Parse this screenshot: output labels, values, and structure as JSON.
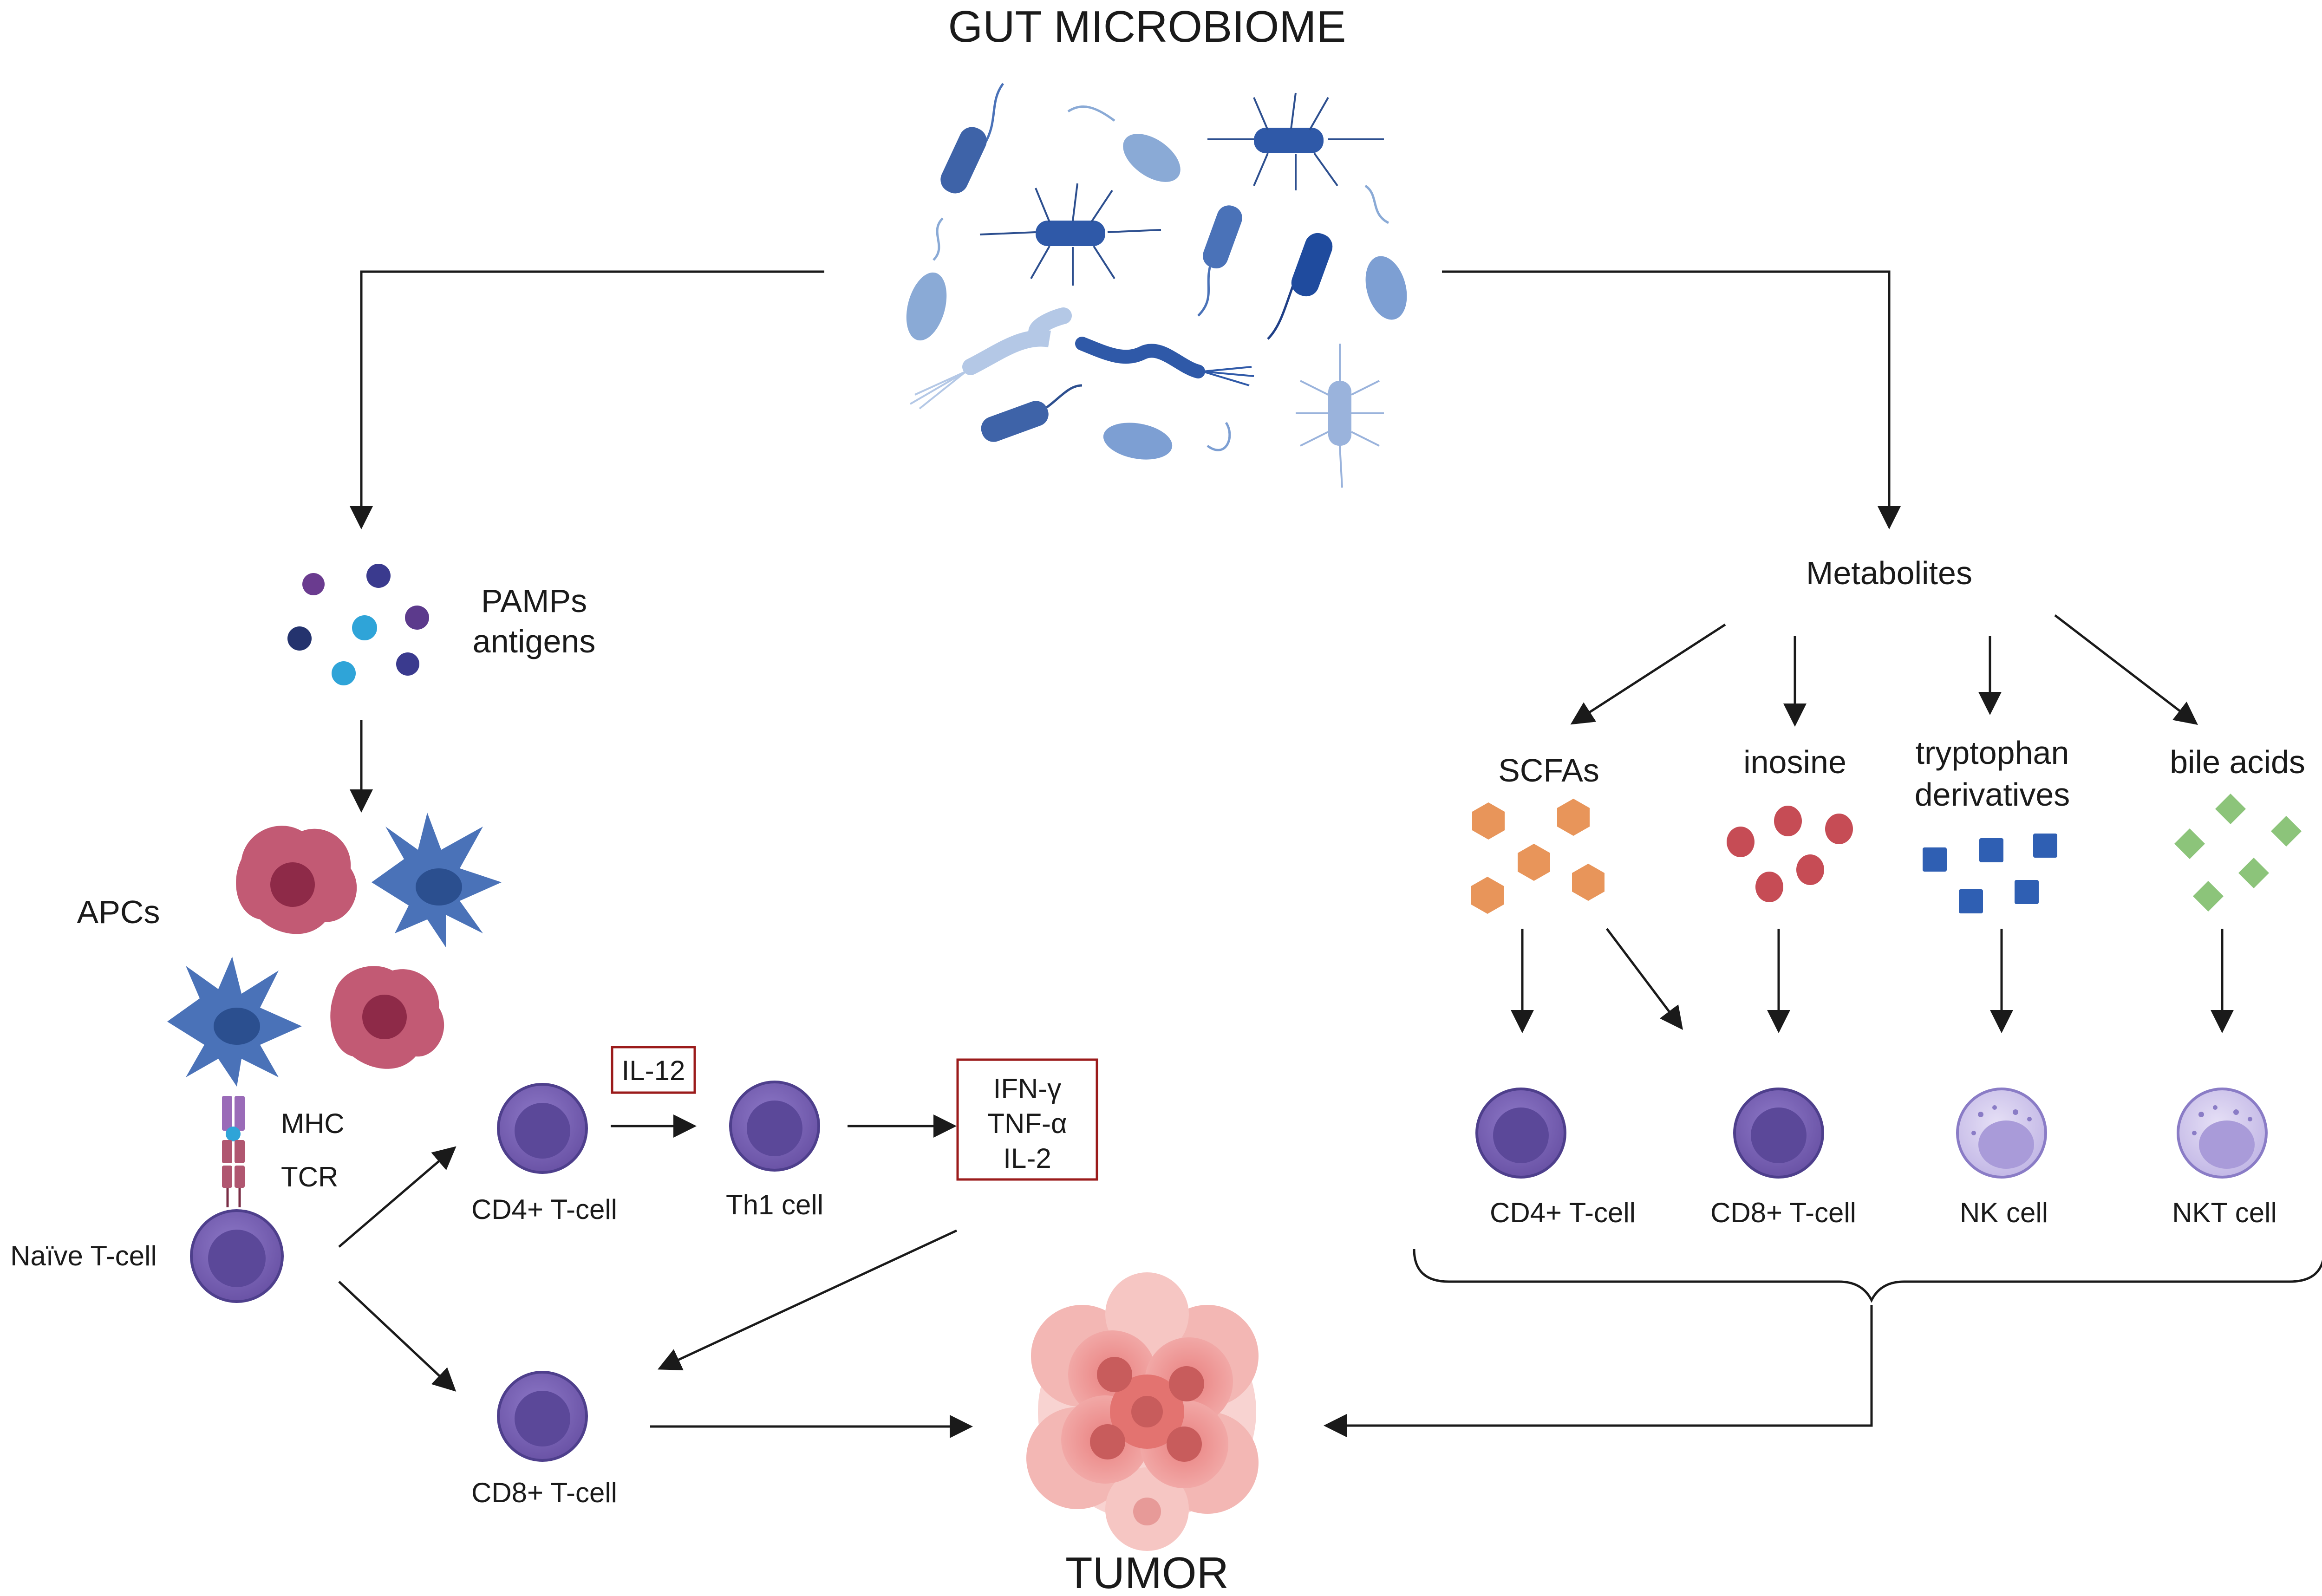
{
  "title": "GUT MICROBIOME",
  "tumor_label": "TUMOR",
  "left": {
    "pamps_line1": "PAMPs",
    "pamps_line2": "antigens",
    "apcs": "APCs",
    "mhc": "MHC",
    "tcr": "TCR",
    "naive": "Naïve T-cell",
    "cd4": "CD4+ T-cell",
    "il12": "IL-12",
    "th1": "Th1 cell",
    "cytokines": [
      "IFN-γ",
      "TNF-α",
      "IL-2"
    ],
    "cd8": "CD8+ T-cell"
  },
  "right": {
    "metabolites": "Metabolites",
    "scfas": "SCFAs",
    "inosine": "inosine",
    "trp_line1": "tryptophan",
    "trp_line2": "derivatives",
    "bile": "bile acids",
    "cells": [
      "CD4+ T-cell",
      "CD8+ T-cell",
      "NK cell",
      "NKT cell"
    ]
  },
  "colors": {
    "tcell": "#7a63b5",
    "tcell_nucleus": "#4e3f8c",
    "scfa": "#e8955a",
    "inosine": "#c64c55",
    "tryptophan": "#2f5fb3",
    "bile": "#8cc47a",
    "il_box_border": "#9b1b1b",
    "bacteria": "#4a72b8"
  }
}
